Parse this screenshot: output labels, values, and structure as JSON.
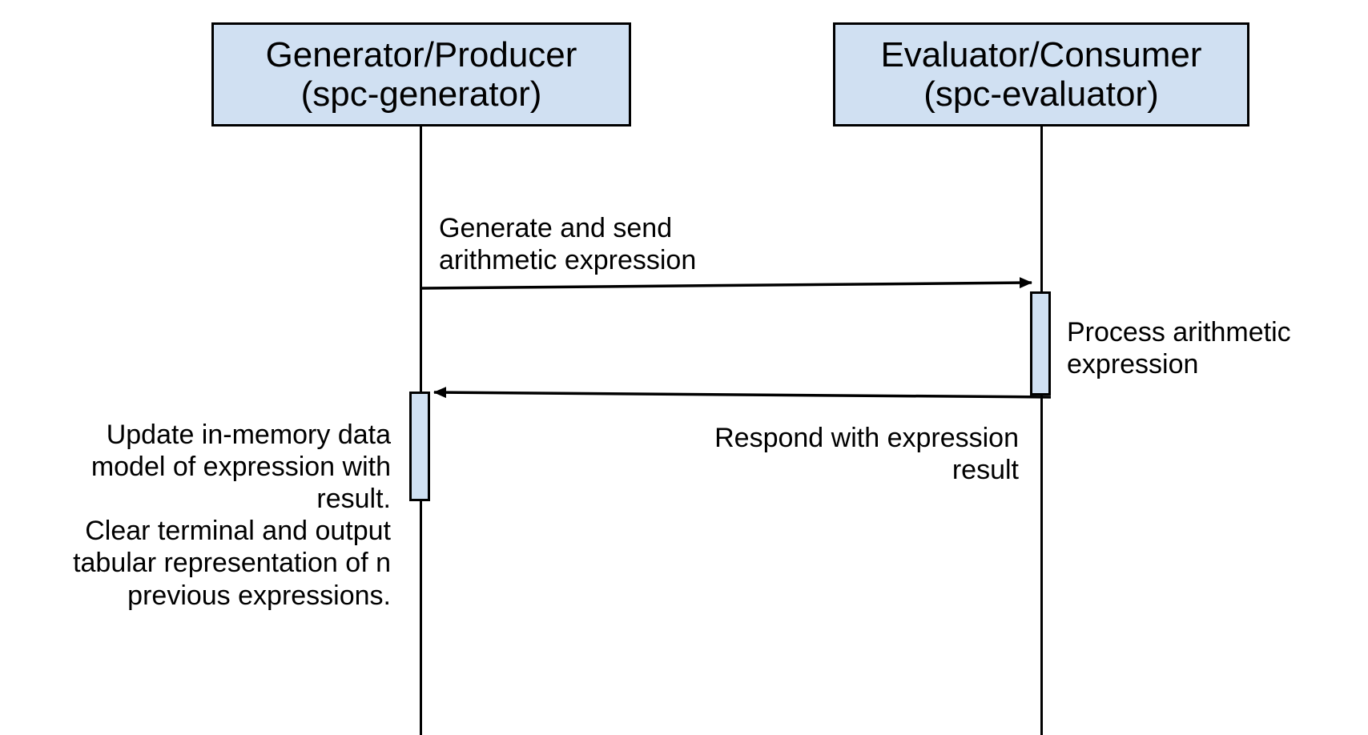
{
  "diagram": {
    "type": "uml-sequence-diagram",
    "background_color": "#ffffff",
    "box_fill_color": "#d0e0f2",
    "line_color": "#000000",
    "participants": [
      {
        "id": "generator",
        "name": "Generator/Producer",
        "subtitle": "(spc-generator)"
      },
      {
        "id": "evaluator",
        "name": "Evaluator/Consumer",
        "subtitle": "(spc-evaluator)"
      }
    ],
    "messages": [
      {
        "id": "request",
        "from": "generator",
        "to": "evaluator",
        "label": "Generate and send\narithmetic expression",
        "arrow": "solid-filled",
        "direction": "right"
      },
      {
        "id": "response",
        "from": "evaluator",
        "to": "generator",
        "label": "Respond with expression\nresult",
        "arrow": "solid-filled",
        "direction": "left"
      }
    ],
    "notes": [
      {
        "id": "process",
        "on": "evaluator",
        "side": "right",
        "label": "Process arithmetic\nexpression"
      },
      {
        "id": "update",
        "on": "generator",
        "side": "left",
        "label": "Update in-memory data\nmodel of expression with\nresult.\nClear terminal and output\ntabular representation of n\nprevious expressions."
      }
    ]
  }
}
